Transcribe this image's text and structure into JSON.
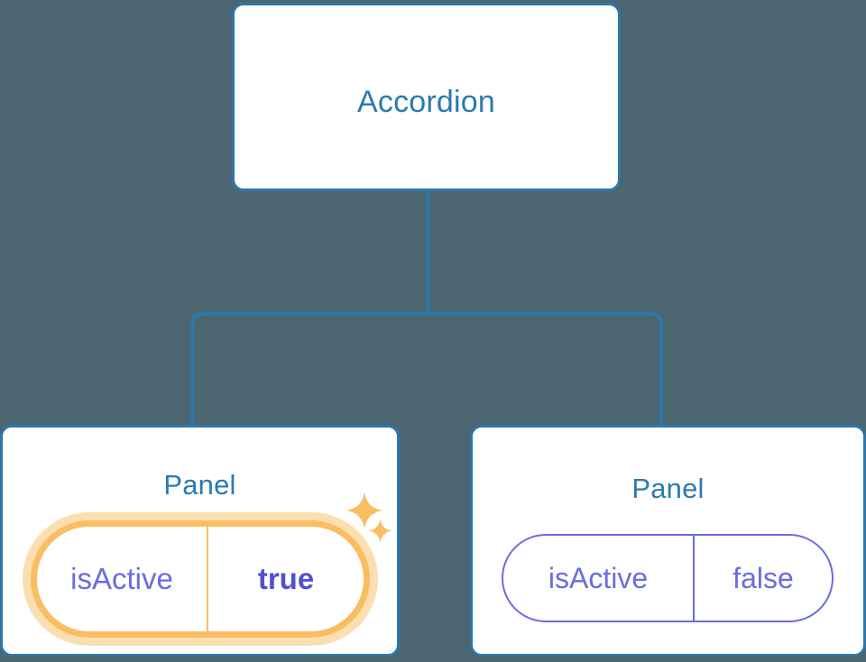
{
  "diagram": {
    "type": "component-tree",
    "background_color": "#4b6671",
    "node_border_color": "#2e77a8",
    "node_title_color": "#2b7ab0",
    "connector_color": "#2e77a8",
    "highlight_color": "#fabe62",
    "highlight_glow_color": "#fbdfb0",
    "prop_text_color": "#6a6ce0"
  },
  "root": {
    "title": "Accordion"
  },
  "panels": [
    {
      "title": "Panel",
      "prop": {
        "key": "isActive",
        "value": "true"
      },
      "highlighted": true,
      "sparkles": [
        {
          "name": "sparkle-large-icon"
        },
        {
          "name": "sparkle-small-icon"
        }
      ]
    },
    {
      "title": "Panel",
      "prop": {
        "key": "isActive",
        "value": "false"
      },
      "highlighted": false
    }
  ]
}
